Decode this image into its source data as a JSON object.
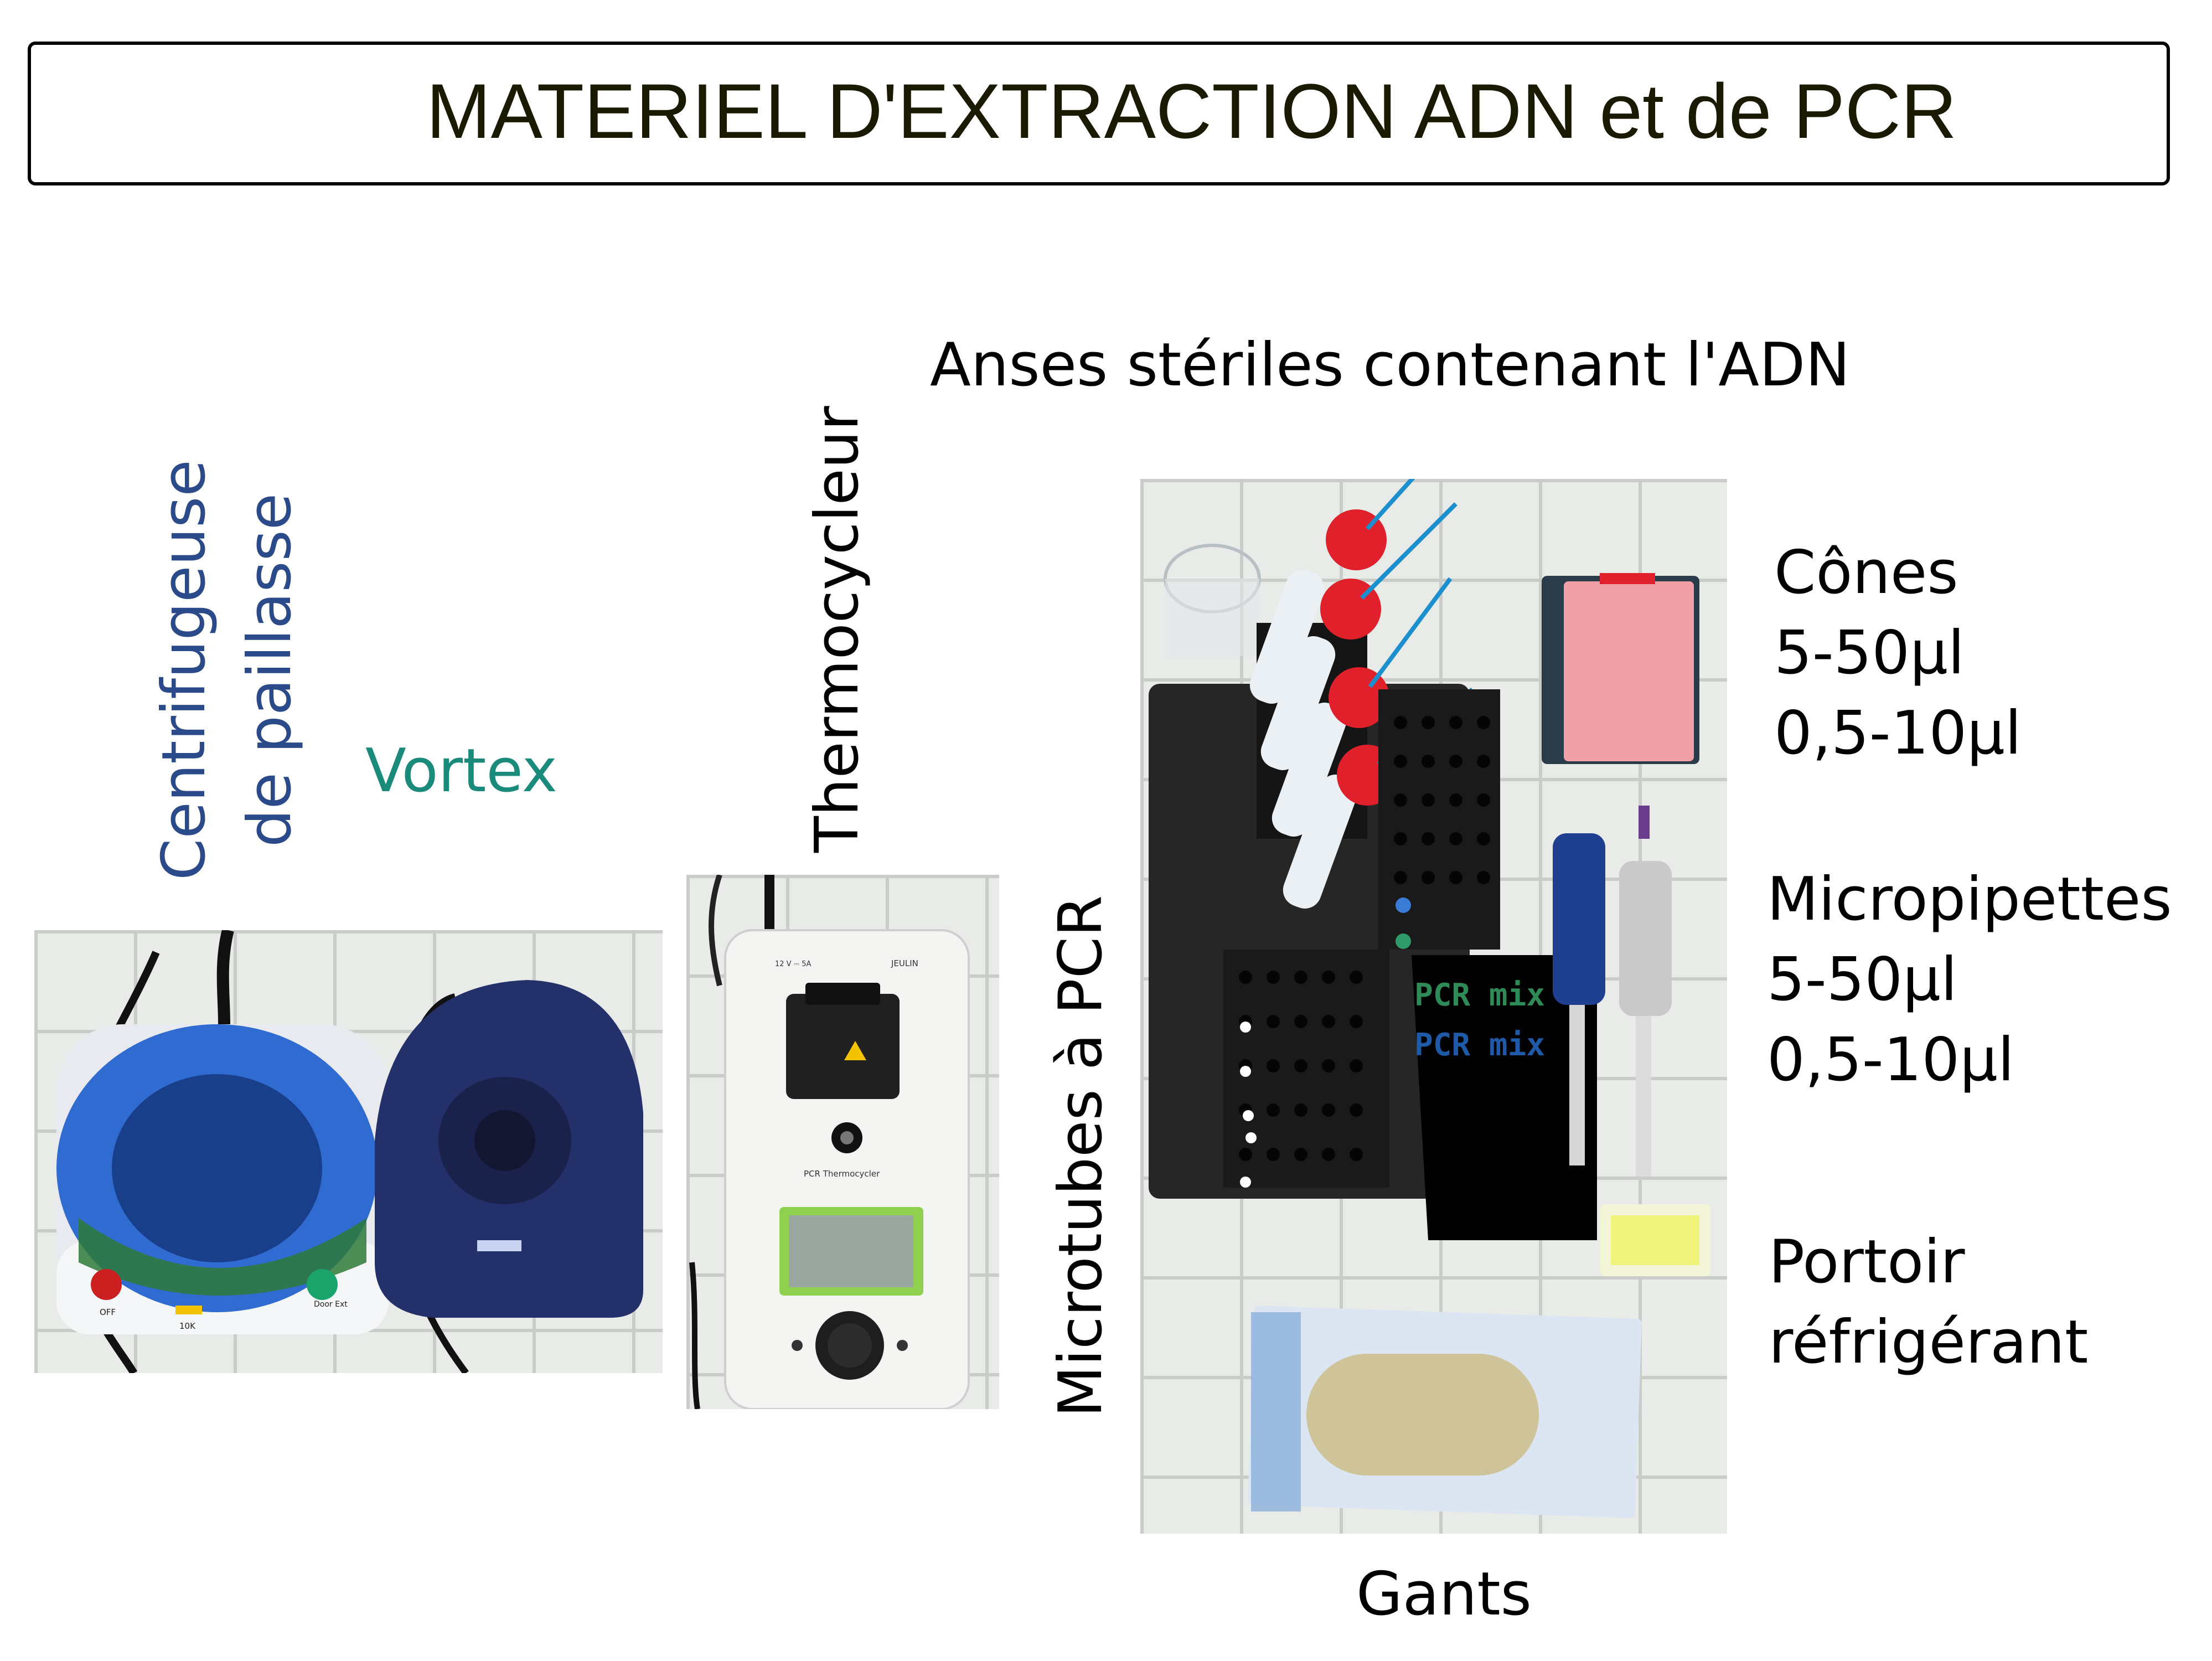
{
  "title": "MATERIEL D'EXTRACTION ADN et de PCR",
  "labels": {
    "centrifuge_line1": "Centrifugeuse",
    "centrifuge_line2": "de paillasse",
    "vortex": "Vortex",
    "thermocycler": "Thermocycleur",
    "loops": "Anses stériles contenant l'ADN",
    "microtubes": "Microtubes à PCR",
    "tips_title": "Cônes",
    "tips_range1": "5-50µl",
    "tips_range2": "0,5-10µl",
    "pipettes_title": "Micropipettes",
    "pipettes_range1": "5-50µl",
    "pipettes_range2": "0,5-10µl",
    "rack_line1": "Portoir",
    "rack_line2": "réfrigérant",
    "gloves": "Gants"
  },
  "overlay": {
    "mix_green": "PCR mix",
    "mix_blue": "PCR mix"
  },
  "device_text": {
    "off_button": "OFF",
    "speed": "10K",
    "door_button": "Door Ext",
    "brand": "JEULIN",
    "power": "12 V ⎓ 5A",
    "model": "PCR Thermocycler"
  },
  "colors": {
    "centrifuge_label": "#2a4a8a",
    "vortex_label": "#1a8a7a",
    "mix_green": "#2e8b57",
    "mix_blue": "#1e5aa8",
    "cap_red": "#e0202a",
    "screen_green": "#8fd14f"
  }
}
